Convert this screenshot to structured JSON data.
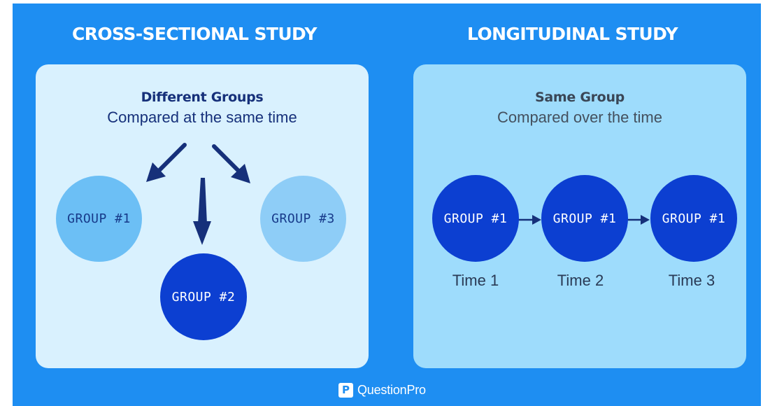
{
  "colors": {
    "background": "#1e8ef2",
    "panel_left": "#d9f1fe",
    "panel_right": "#9edcfc",
    "circle_dark": "#0c3fd1",
    "circle_light_1": "#6cbff5",
    "circle_light_3": "#8ecdf7",
    "arrow": "#16307a"
  },
  "cross_sectional": {
    "title": "CROSS-SECTIONAL STUDY",
    "heading": "Different Groups",
    "subheading": "Compared at the same time",
    "groups": [
      "GROUP #1",
      "GROUP #2",
      "GROUP #3"
    ]
  },
  "longitudinal": {
    "title": "LONGITUDINAL STUDY",
    "heading": "Same Group",
    "subheading": "Compared over the time",
    "groups": [
      "GROUP #1",
      "GROUP #1",
      "GROUP #1"
    ],
    "times": [
      "Time 1",
      "Time 2",
      "Time 3"
    ]
  },
  "brand": {
    "icon": "P",
    "name": "QuestionPro"
  }
}
